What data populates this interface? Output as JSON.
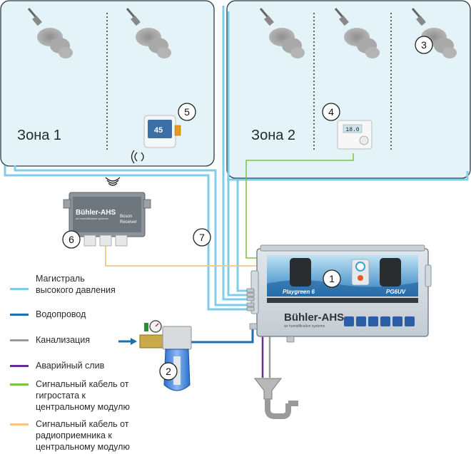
{
  "zones": [
    {
      "label": "Зона 1"
    },
    {
      "label": "Зона 2"
    }
  ],
  "markers": [
    "1",
    "2",
    "3",
    "4",
    "5",
    "6",
    "7"
  ],
  "main_unit": {
    "brand": "Bühler-AHS",
    "brand_sub": "air humidification systems",
    "model_left": "Playgreen 6",
    "model_right": "PG6UV"
  },
  "receiver": {
    "brand": "Bühler-AHS",
    "brand_sub": "air humidification systems",
    "name_line1": "Boson",
    "name_line2": "Receiver"
  },
  "wireless_sensor": {
    "display": "45"
  },
  "hygrostat": {
    "display": "18.0"
  },
  "legend": [
    {
      "text": "Магистраль\nвысокого давления",
      "color": "#7fcde8"
    },
    {
      "text": "Водопровод",
      "color": "#1e6fae"
    },
    {
      "text": "Канализация",
      "color": "#9a9a9a"
    },
    {
      "text": "Аварийный слив",
      "color": "#6a2d91"
    },
    {
      "text": "Сигнальный кабель от\nгигростата к\nцентральному модулю",
      "color": "#7dc142"
    },
    {
      "text": "Сигнальный кабель от\nрадиоприемника к\nцентральному модулю",
      "color": "#f6c681"
    }
  ]
}
